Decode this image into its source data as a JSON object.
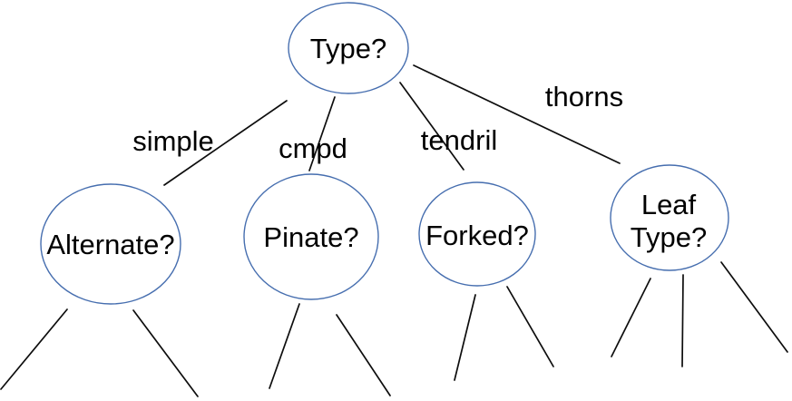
{
  "diagram": {
    "nodes": {
      "type": {
        "label": "Type?"
      },
      "alternate": {
        "label": "Alternate?"
      },
      "pinate": {
        "label": "Pinate?"
      },
      "forked": {
        "label": "Forked?"
      },
      "leaf_type": {
        "label_line1": "Leaf",
        "label_line2": "Type?"
      }
    },
    "edge_labels": {
      "simple": "simple",
      "cmpd": "cmpd",
      "tendril": "tendril",
      "thorns": "thorns"
    },
    "colors": {
      "background": "#ffffff",
      "node_stroke": "#466eaf",
      "node_fill": "#ffffff",
      "edge_stroke": "#0d0d0d",
      "text": "#000000"
    }
  }
}
